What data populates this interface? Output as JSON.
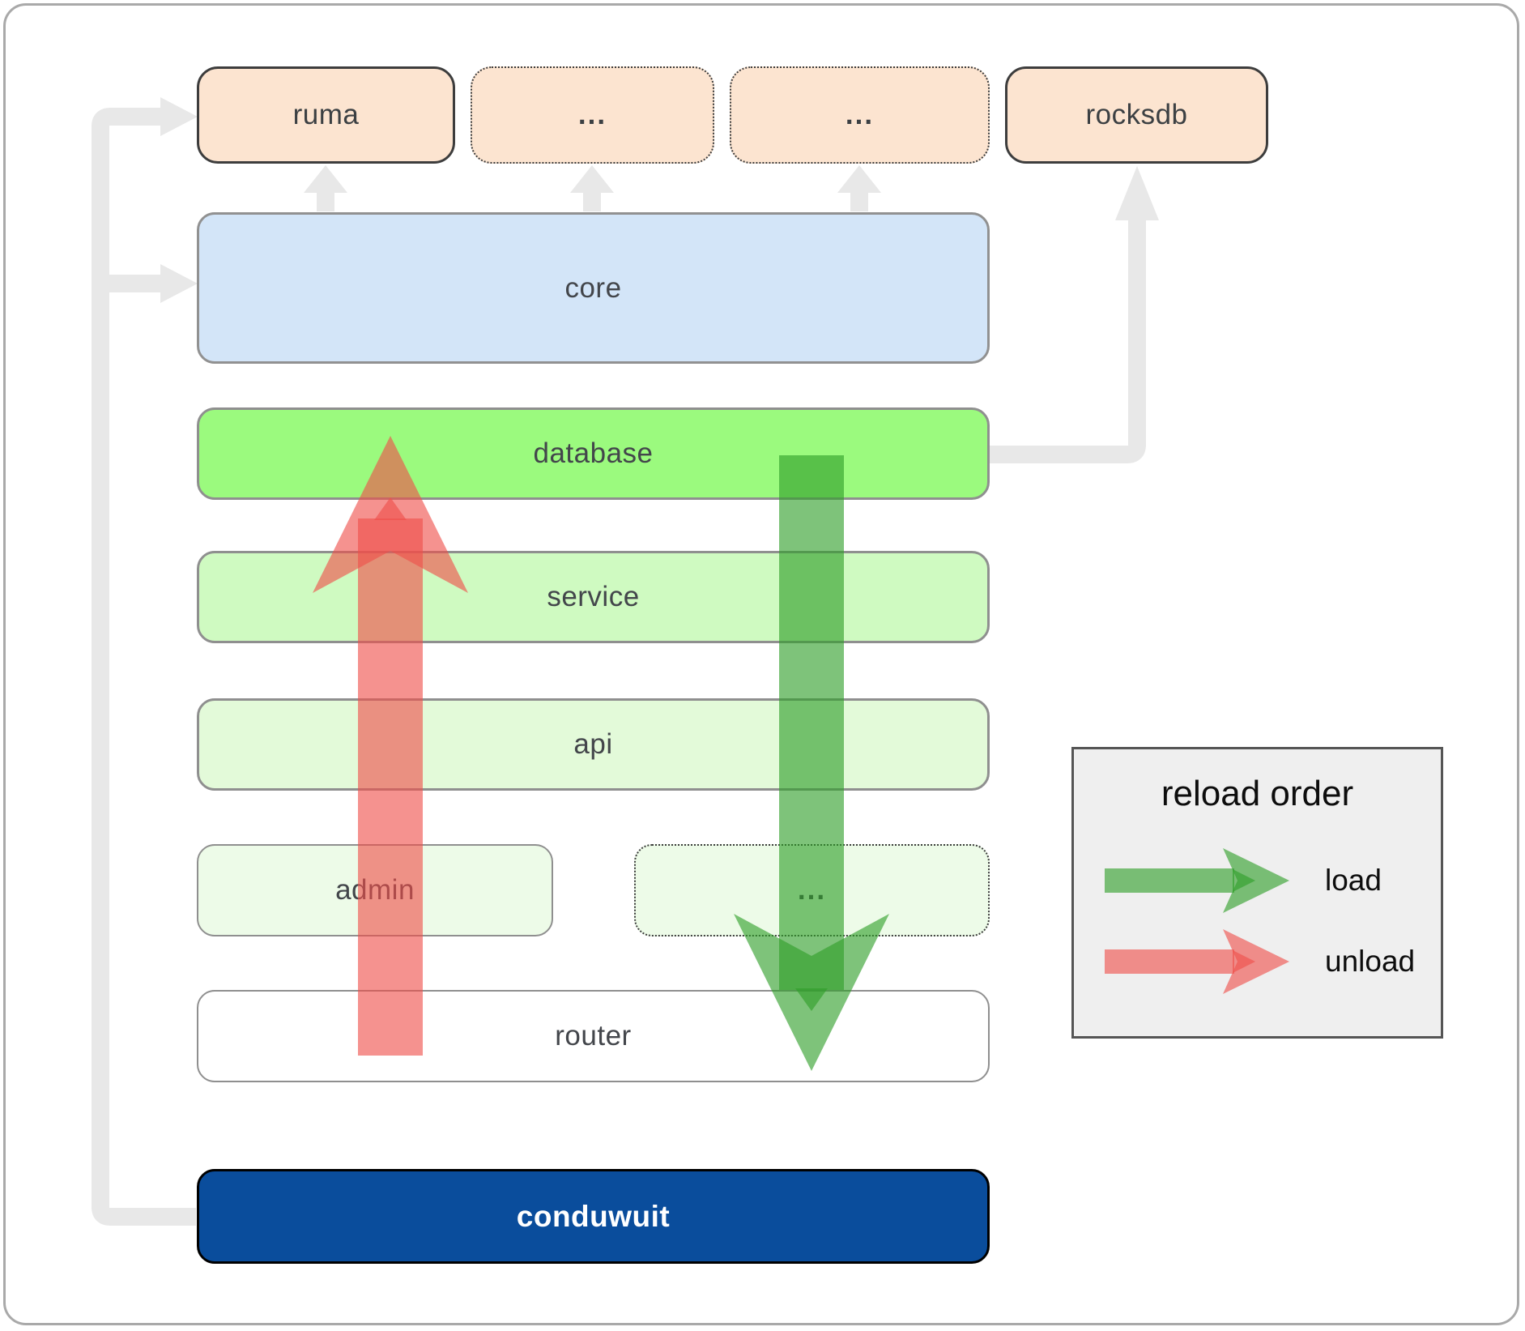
{
  "diagram": {
    "top_row": [
      {
        "label": "ruma",
        "border": "solid"
      },
      {
        "label": "...",
        "border": "dotted"
      },
      {
        "label": "...",
        "border": "dotted"
      },
      {
        "label": "rocksdb",
        "border": "solid"
      }
    ],
    "layers": [
      {
        "label": "core"
      },
      {
        "label": "database"
      },
      {
        "label": "service"
      },
      {
        "label": "api"
      }
    ],
    "admin_row": [
      {
        "label": "admin",
        "border": "solid"
      },
      {
        "label": "...",
        "border": "dotted"
      }
    ],
    "router": {
      "label": "router"
    },
    "app": {
      "label": "conduwuit"
    }
  },
  "legend": {
    "title": "reload order",
    "items": [
      {
        "label": "load",
        "arrow": "green-right-arrow"
      },
      {
        "label": "unload",
        "arrow": "red-right-arrow"
      }
    ]
  },
  "colors": {
    "load_arrow_green": "#2f9e28",
    "unload_arrow_red": "#ef4f4a",
    "module_peach": "#fce4d0",
    "core_blue": "#d3e5f8",
    "database_green": "#9bfa7e",
    "service_green": "#cffac1",
    "api_green": "#e3fad9",
    "admin_green": "#edfbe8",
    "app_blue": "#0a4d9c",
    "connector_gray": "#e8e8e8",
    "legend_background": "#efefef"
  }
}
